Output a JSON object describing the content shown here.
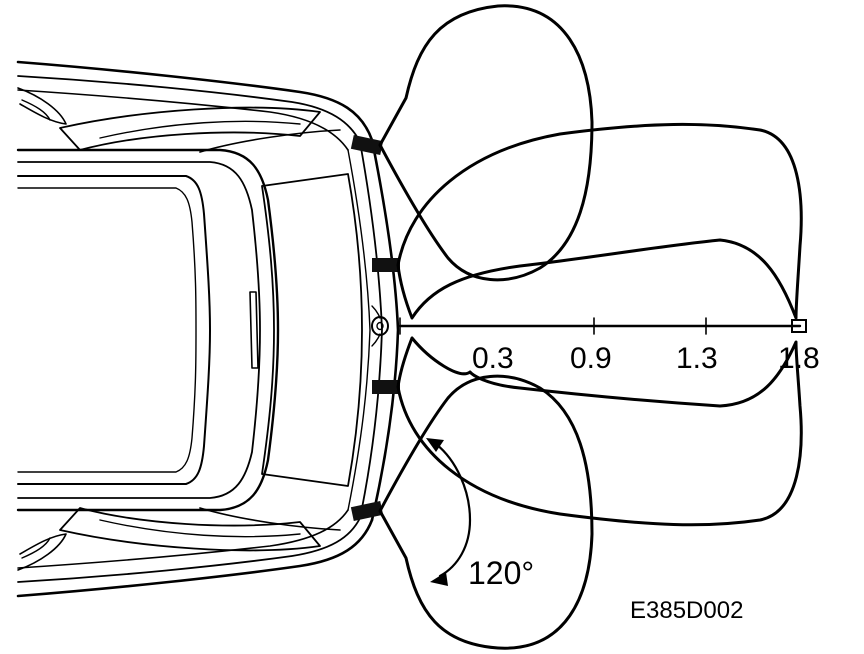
{
  "diagram": {
    "distance_labels": [
      "0.3",
      "0.9",
      "1.3",
      "1.8"
    ],
    "angle_label": "120°",
    "figure_code": "E385D002"
  },
  "colors": {
    "line": "#000000",
    "background": "#ffffff",
    "sensor": "#111111"
  }
}
